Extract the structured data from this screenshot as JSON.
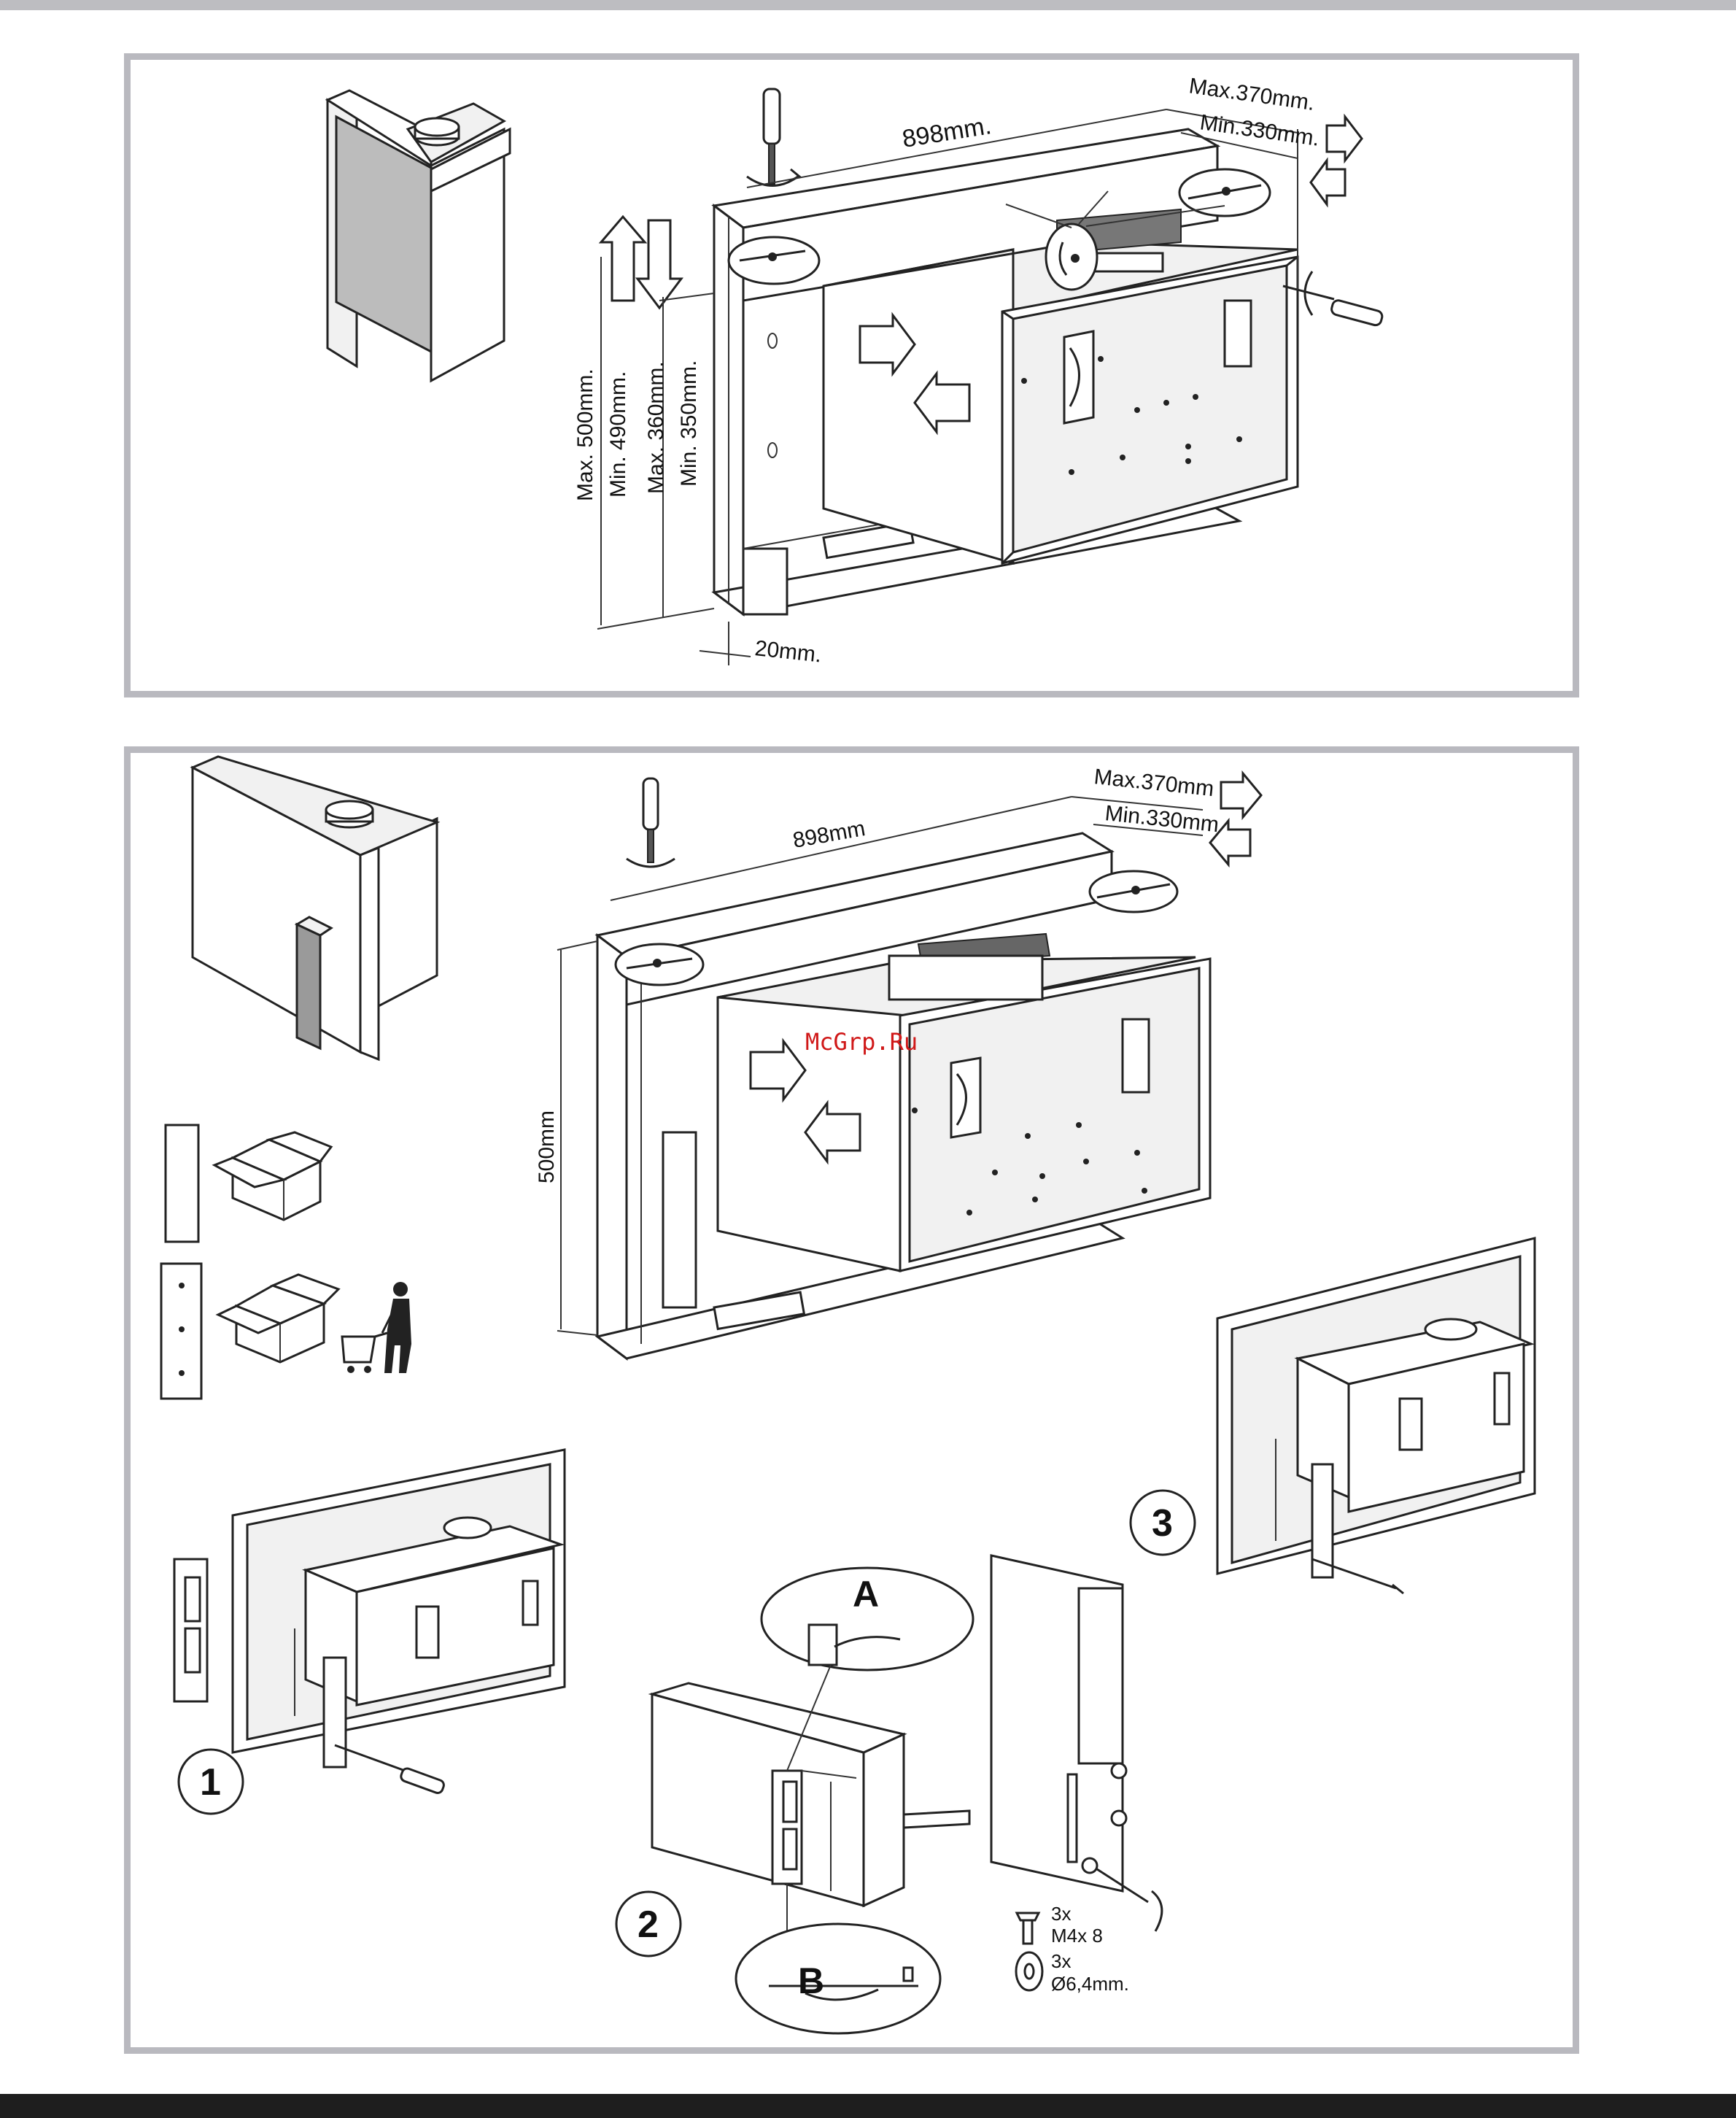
{
  "top": {
    "width": "898mm.",
    "max_depth": "Max.370mm.",
    "min_depth": "Min.330mm.",
    "max_height": "Max. 500mm.",
    "min_height": "Min. 490mm.",
    "max_inner": "Max. 360mm.",
    "min_inner": "Min. 350mm.",
    "offset": "20mm."
  },
  "bottom": {
    "width": "898mm",
    "max_depth": "Max.370mm",
    "min_depth": "Min.330mm",
    "height": "500mm",
    "watermark": "McGrp.Ru",
    "step1": "1",
    "step2": "2",
    "step3": "3",
    "detail_a": "A",
    "detail_b": "B",
    "screw_qty": "3x",
    "screw_spec": "M4x 8",
    "washer_qty": "3x",
    "washer_spec": "Ø6,4mm."
  },
  "colors": {
    "panel_border": "#b9b9bf",
    "top_bar": "#bdbdc1",
    "bottom_bar": "#1e1e1e",
    "watermark": "#d01818"
  }
}
